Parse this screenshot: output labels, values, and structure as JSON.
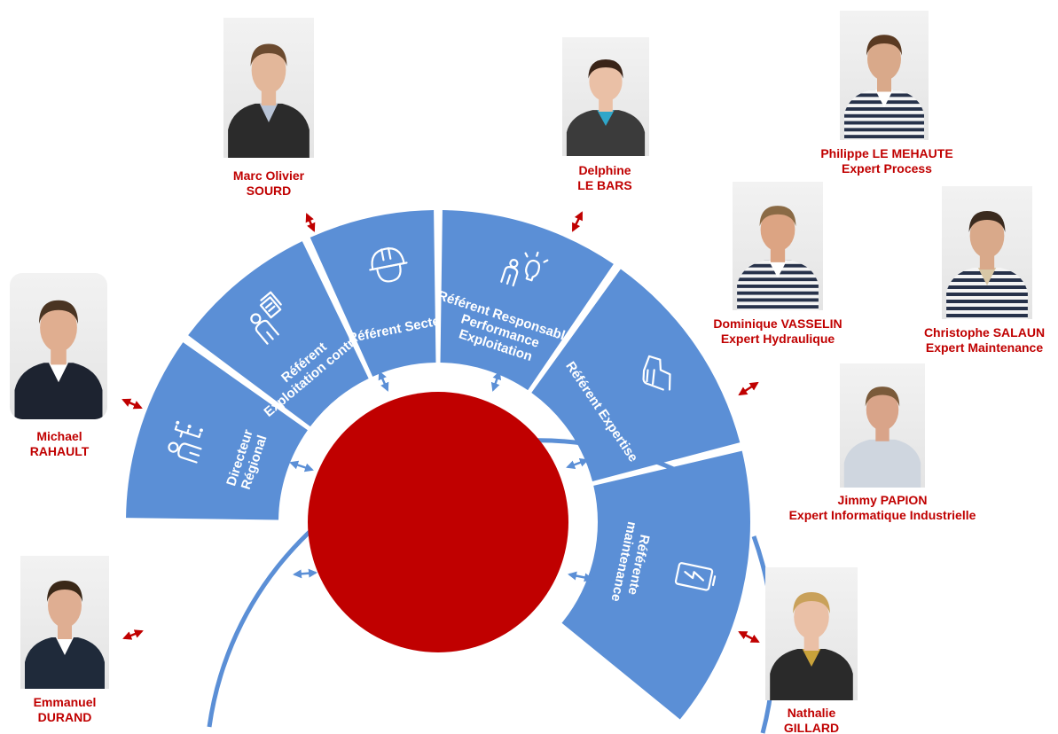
{
  "colors": {
    "segment_fill": "#5b8fd6",
    "segment_dark": "#4a7cc4",
    "center_circle": "#c00000",
    "name_text": "#c00000",
    "arrow_red": "#c00000",
    "arrow_blue": "#5b8fd6"
  },
  "segments": [
    {
      "id": "directeur",
      "lines": [
        "Directeur",
        "Régional"
      ],
      "icon": "org-chart-person-icon"
    },
    {
      "id": "exploitation",
      "lines": [
        "Référent",
        "Exploitation contrat"
      ],
      "icon": "person-documents-icon"
    },
    {
      "id": "secteur",
      "lines": [
        "Référent Secteur"
      ],
      "icon": "hard-hat-worker-icon"
    },
    {
      "id": "performance",
      "lines": [
        "Référent Responsable",
        "Performance",
        "Exploitation"
      ],
      "icon": "person-lightbulb-icon"
    },
    {
      "id": "expertise",
      "lines": [
        "Référent Expertise"
      ],
      "icon": "handshake-icon"
    },
    {
      "id": "maintenance",
      "lines": [
        "Référente",
        "maintenance"
      ],
      "icon": "battery-bolt-icon"
    }
  ],
  "people": [
    {
      "id": "marc",
      "lines": [
        "Marc Olivier",
        "SOURD"
      ]
    },
    {
      "id": "delphine",
      "lines": [
        "Delphine",
        "LE BARS"
      ]
    },
    {
      "id": "philippe",
      "lines": [
        "Philippe  LE MEHAUTE",
        "Expert Process"
      ]
    },
    {
      "id": "dominique",
      "lines": [
        "Dominique VASSELIN",
        "Expert Hydraulique"
      ]
    },
    {
      "id": "christophe",
      "lines": [
        "Christophe SALAUN",
        "Expert Maintenance"
      ]
    },
    {
      "id": "michael",
      "lines": [
        "Michael",
        "RAHAULT"
      ]
    },
    {
      "id": "jimmy",
      "lines": [
        "Jimmy PAPION",
        "Expert Informatique Industrielle"
      ]
    },
    {
      "id": "emmanuel",
      "lines": [
        "Emmanuel",
        "DURAND"
      ]
    },
    {
      "id": "nathalie",
      "lines": [
        "Nathalie",
        "GILLARD"
      ]
    }
  ]
}
